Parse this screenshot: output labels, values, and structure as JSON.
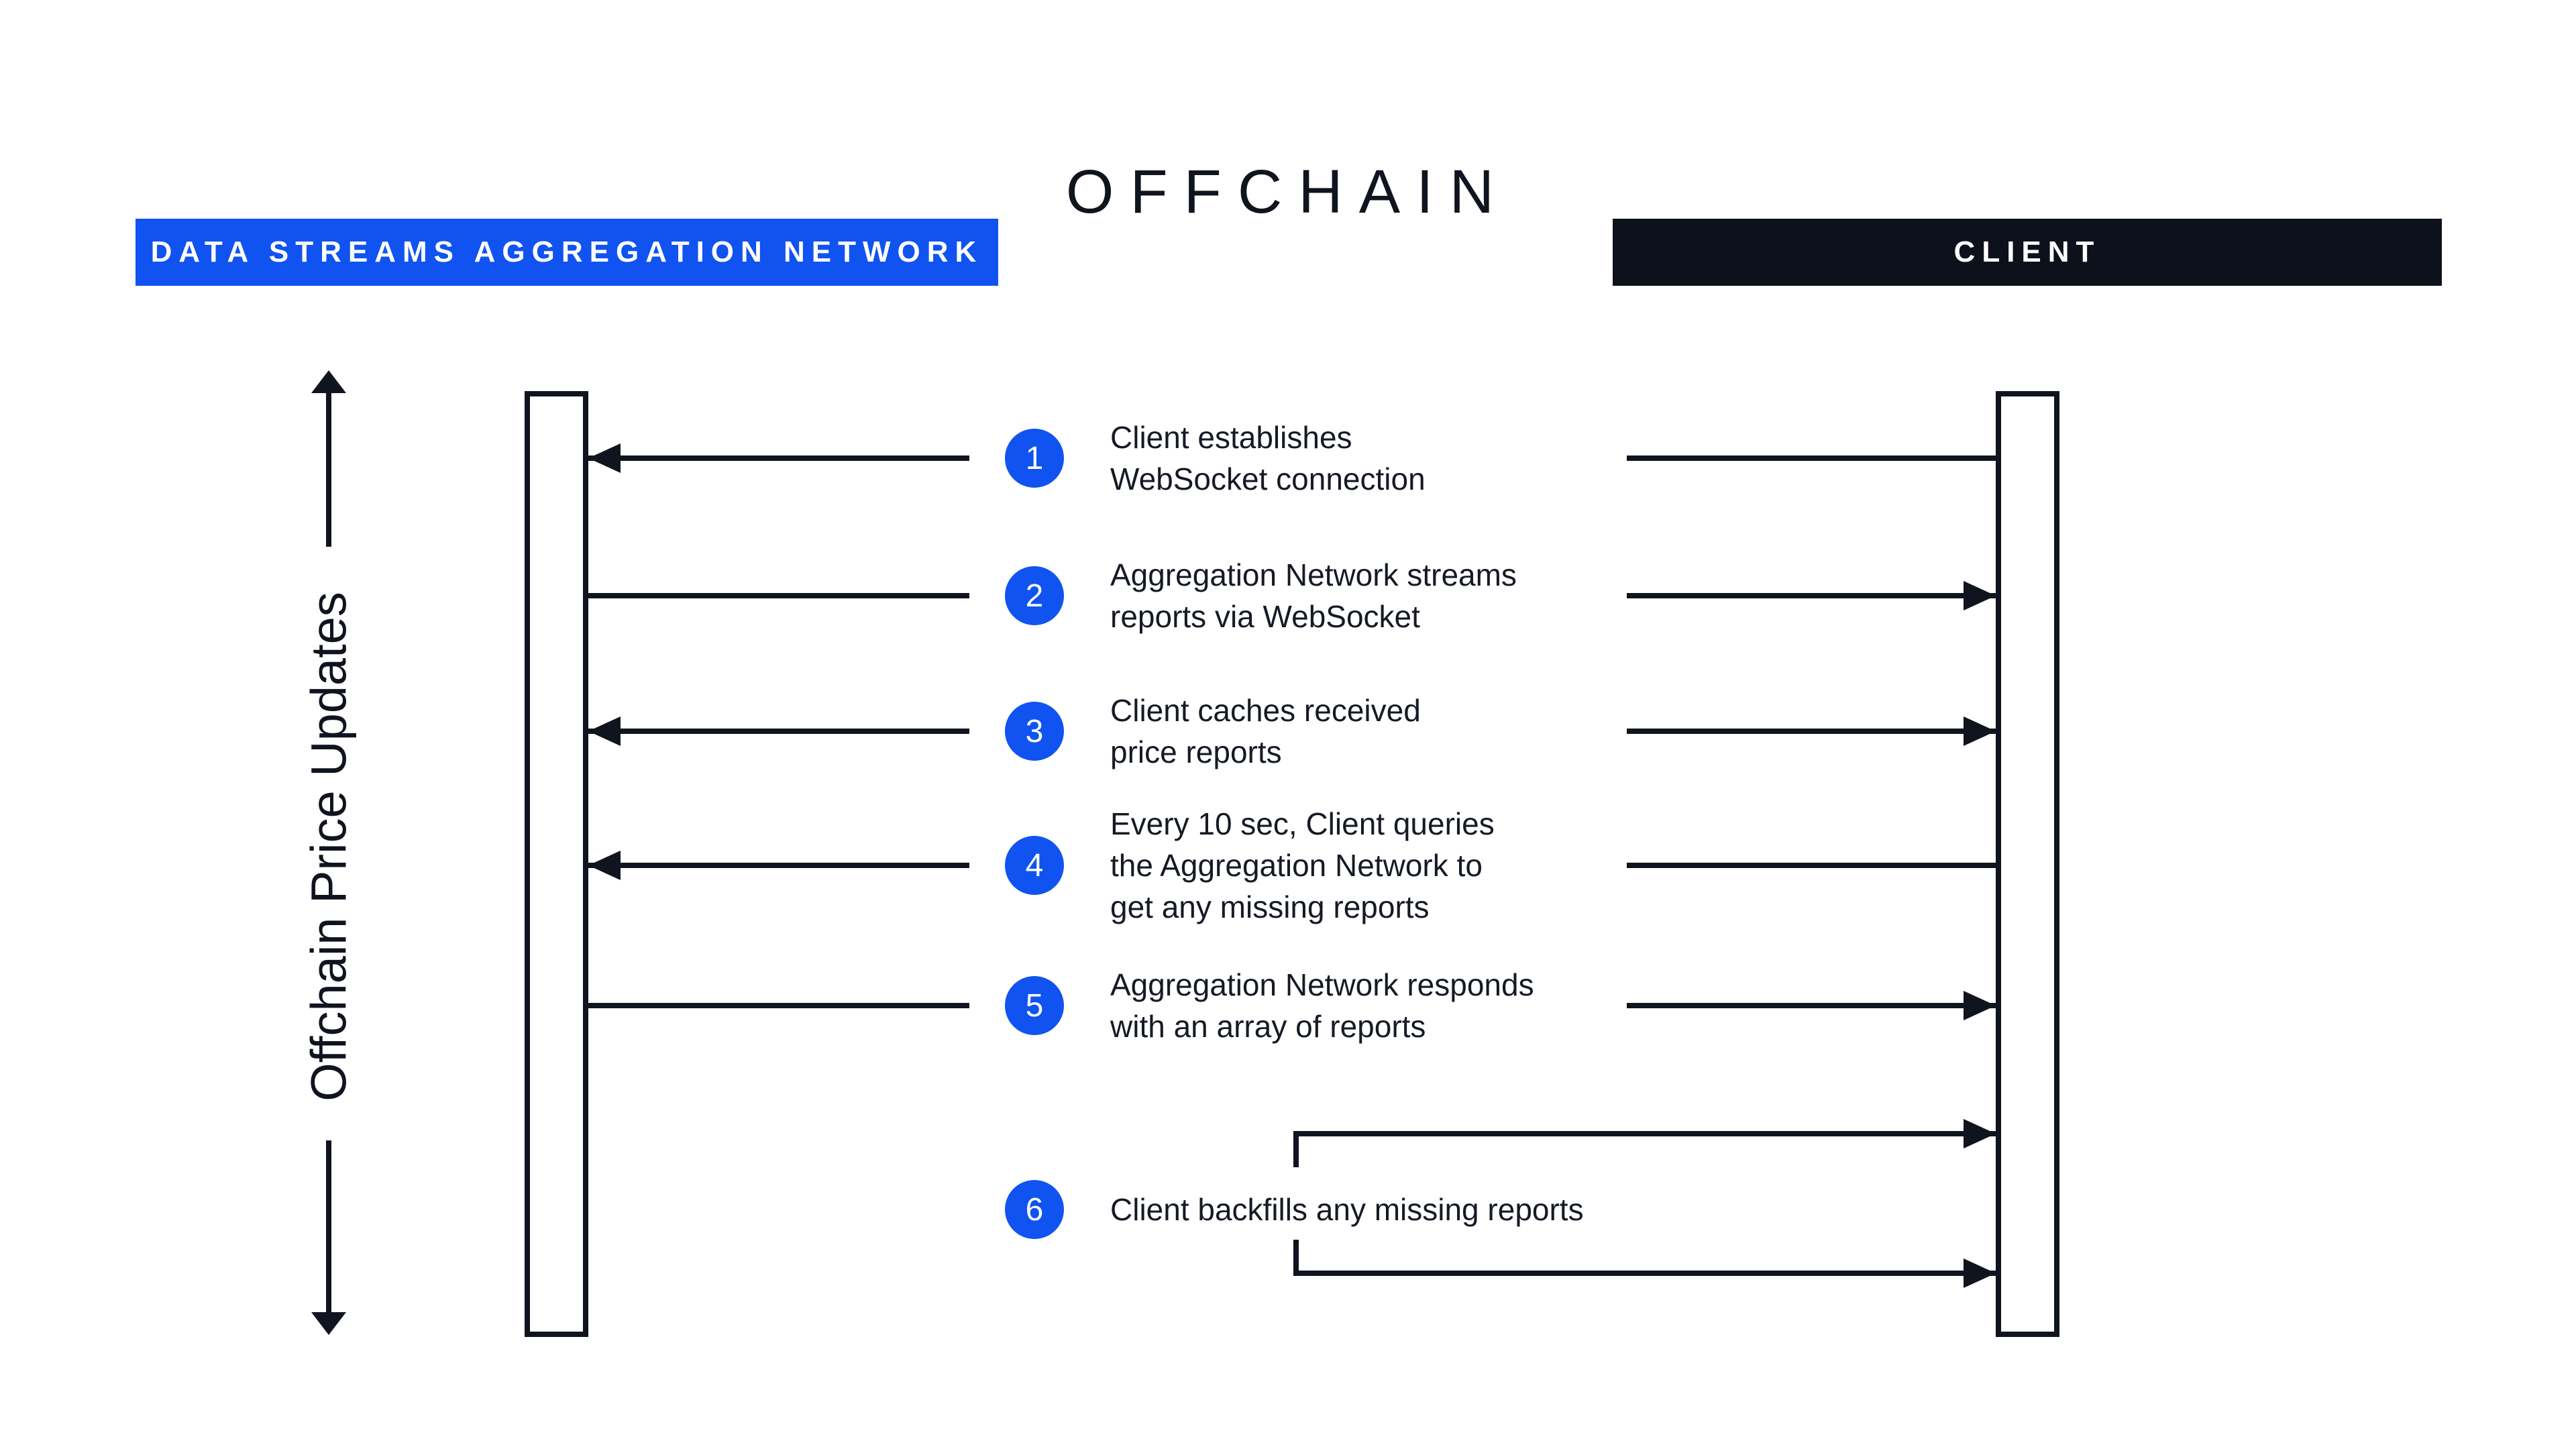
{
  "title": "OFFCHAIN",
  "lanes": {
    "left_banner": "DATA STREAMS AGGREGATION NETWORK",
    "right_banner": "CLIENT"
  },
  "axis": {
    "label": "Offchain Price Updates"
  },
  "steps": [
    {
      "num": "1",
      "line1": "Client establishes",
      "line2": "WebSocket connection"
    },
    {
      "num": "2",
      "line1": "Aggregation Network streams",
      "line2": "reports via WebSocket"
    },
    {
      "num": "3",
      "line1": "Client caches received",
      "line2": "price reports"
    },
    {
      "num": "4",
      "line1": "Every 10 sec, Client queries",
      "line2": "the Aggregation Network to",
      "line3": "get any missing reports"
    },
    {
      "num": "5",
      "line1": "Aggregation Network responds",
      "line2": "with an array of reports"
    },
    {
      "num": "6",
      "line1": "Client backfills any missing reports"
    }
  ],
  "colors": {
    "accent_blue": "#1053F0",
    "dark_navy": "#0D111C",
    "line_color": "#10141F"
  }
}
